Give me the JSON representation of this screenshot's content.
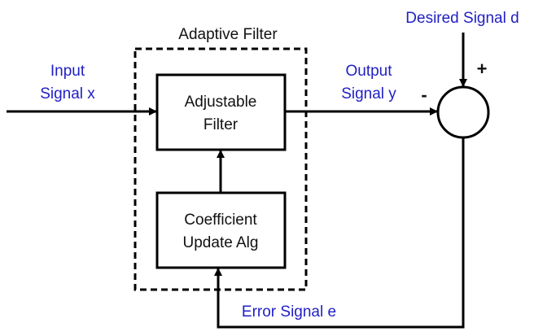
{
  "labels": {
    "input_line1": "Input",
    "input_line2": "Signal x",
    "adaptive_filter_title": "Adaptive Filter",
    "adjustable_line1": "Adjustable",
    "adjustable_line2": "Filter",
    "coefficient_line1": "Coefficient",
    "coefficient_line2": "Update Alg",
    "output_line1": "Output",
    "output_line2": "Signal y",
    "desired": "Desired Signal d",
    "error": "Error Signal e",
    "plus_sign": "+",
    "minus_sign": "-"
  },
  "colors": {
    "signal_label": "#1f1fc4",
    "block_label": "#111111",
    "line": "#000000"
  }
}
